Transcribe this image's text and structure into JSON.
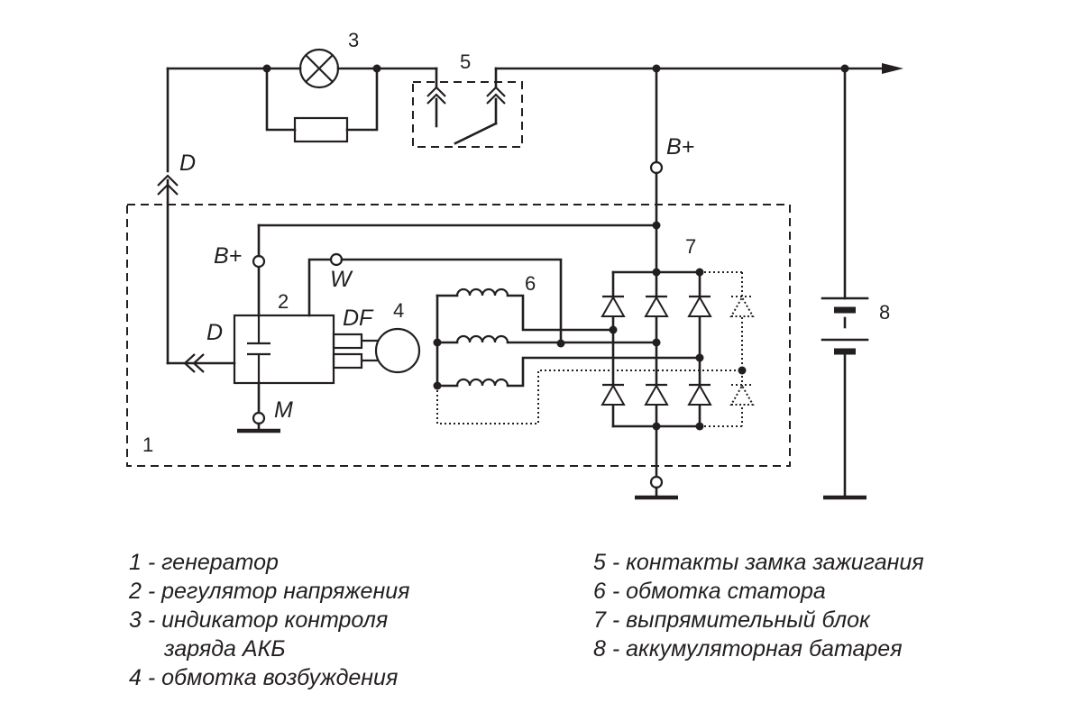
{
  "numbers": {
    "n1": "1",
    "n2": "2",
    "n3": "3",
    "n4": "4",
    "n5": "5",
    "n6": "6",
    "n7": "7",
    "n8": "8"
  },
  "terminals": {
    "b_plus_top": "B+",
    "b_plus_reg": "B+",
    "w": "W",
    "d_top": "D",
    "d_reg": "D",
    "df": "DF",
    "m": "M"
  },
  "legend": {
    "left": [
      "1 - генератор",
      "2 - регулятор напряжения",
      "3 - индикатор контроля",
      "заряда АКБ",
      "4 - обмотка возбуждения"
    ],
    "right": [
      "5 - контакты замка зажигания",
      "6 - обмотка статора",
      "7 - выпрямительный блок",
      "8 - аккумуляторная батарея"
    ]
  }
}
